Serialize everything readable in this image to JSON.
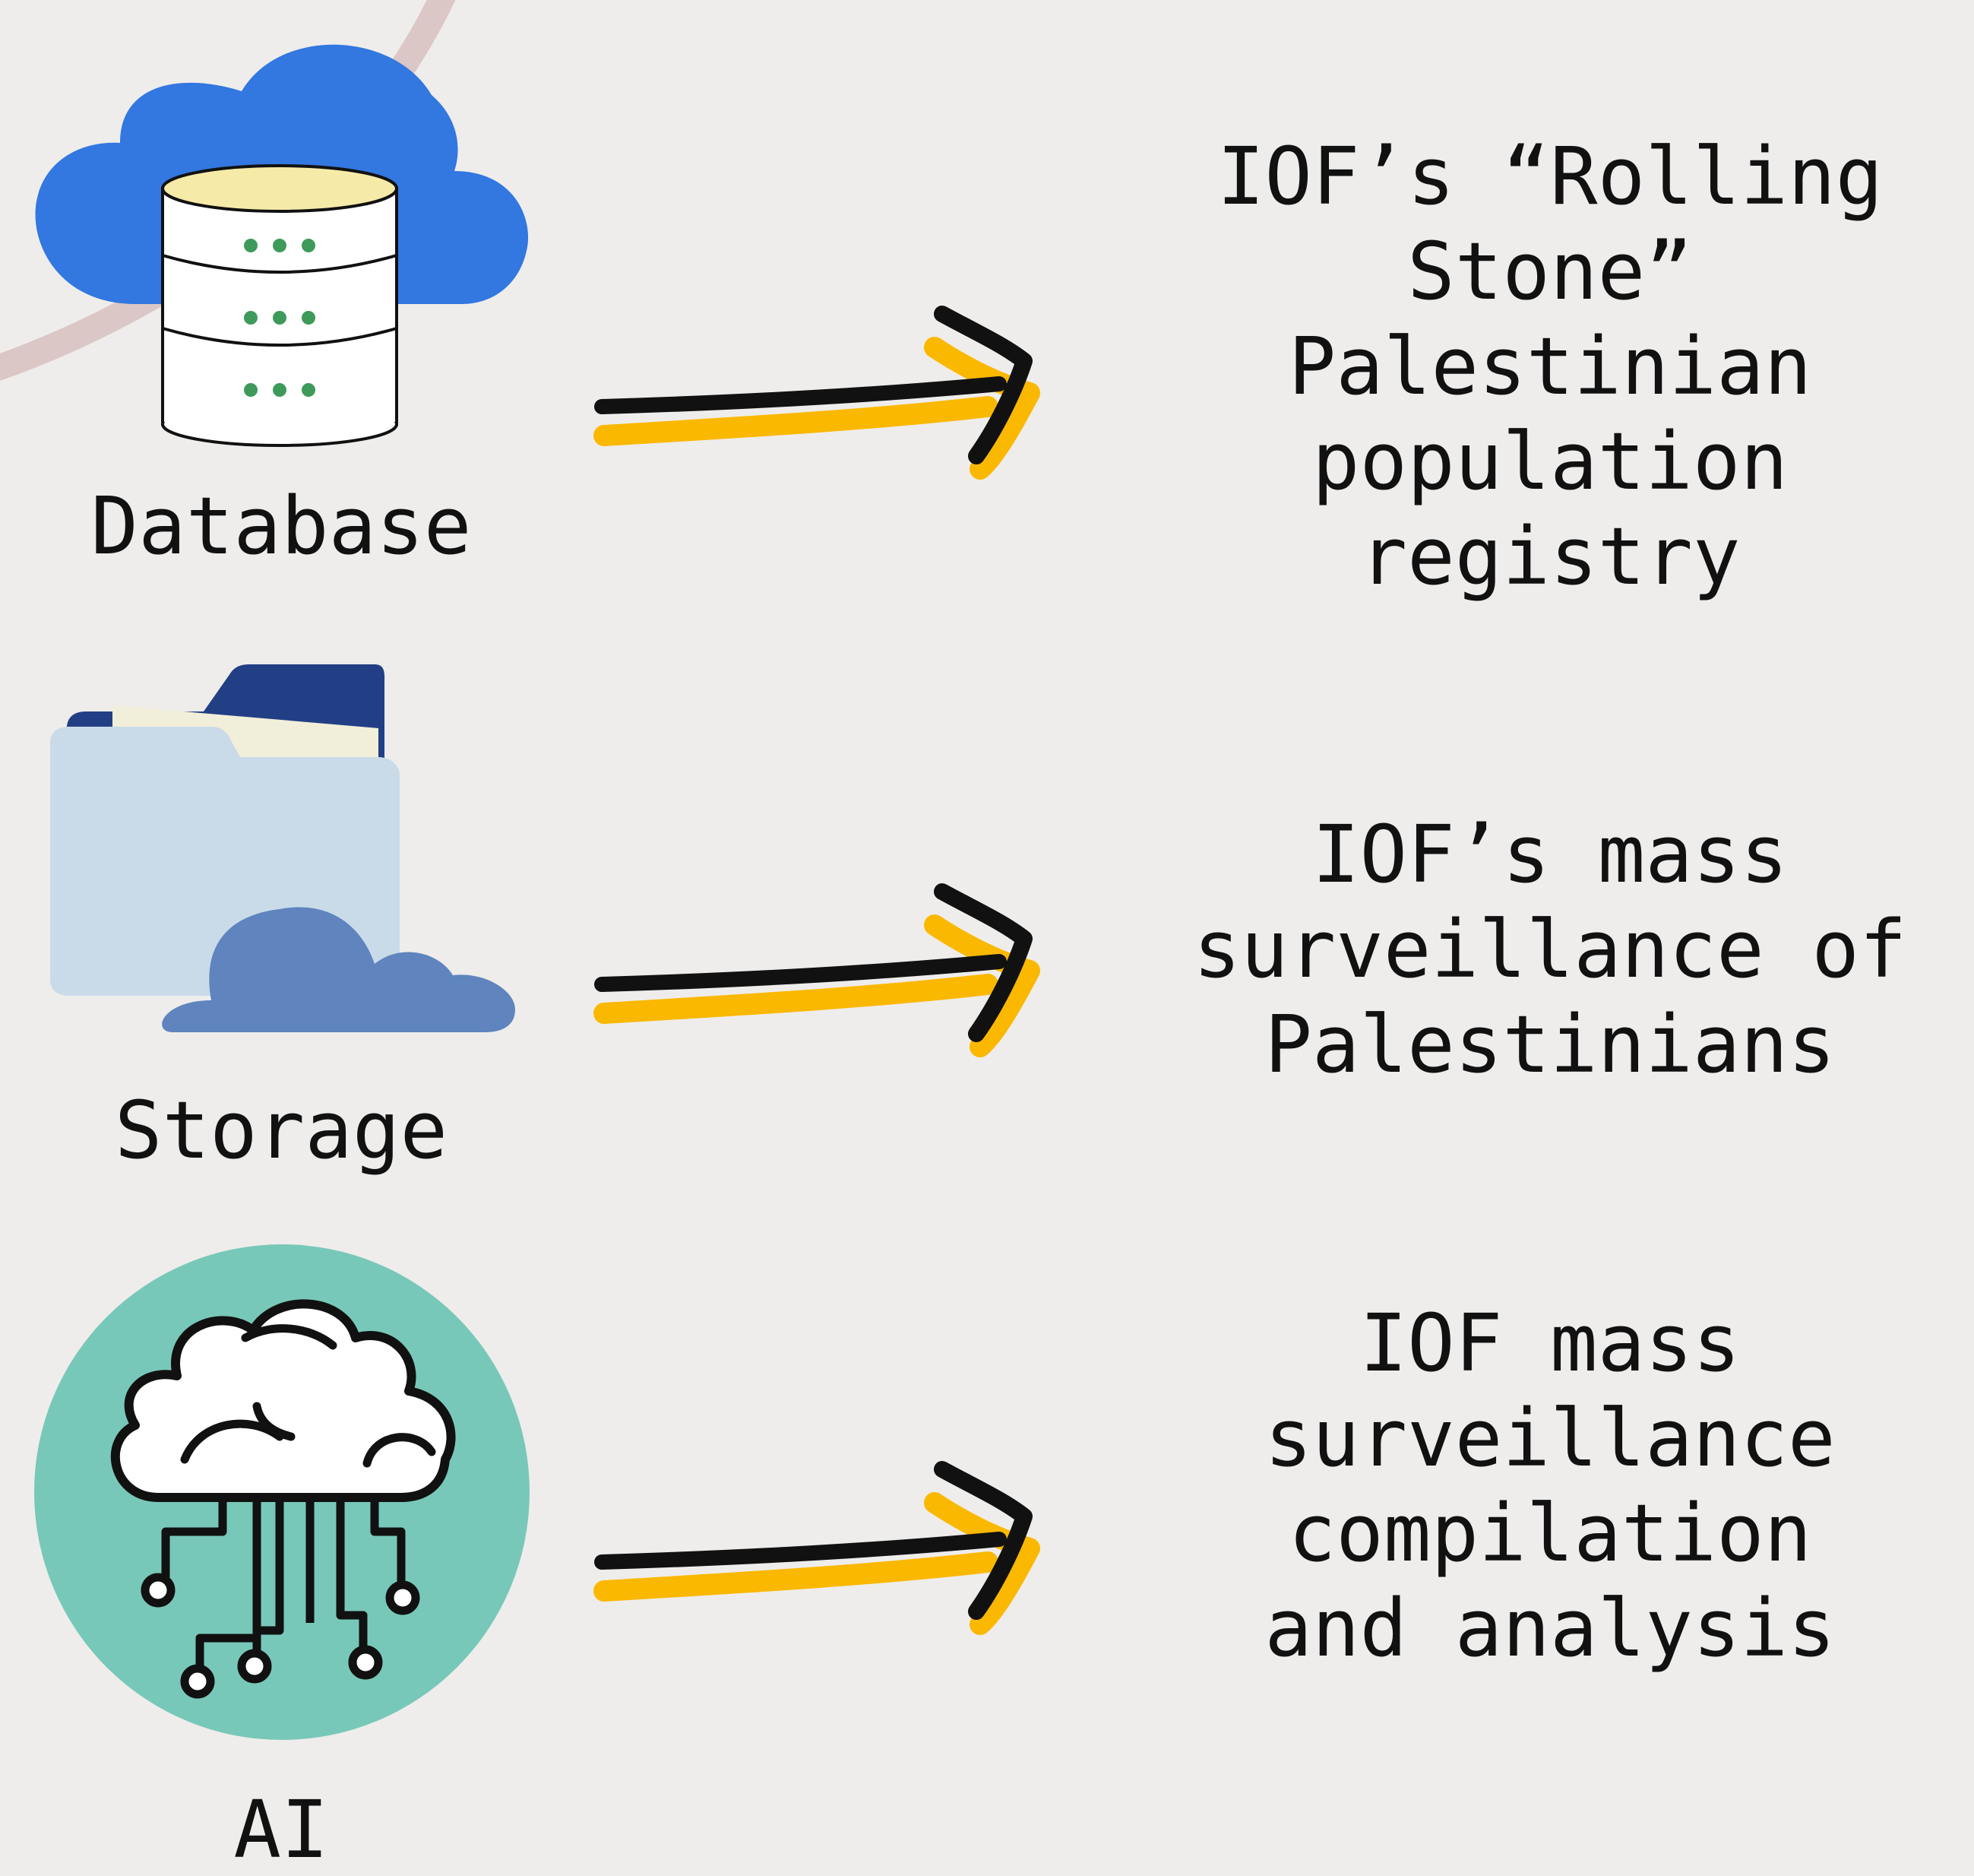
{
  "colors": {
    "background": "#eeedeb",
    "decorative_arc": "#dbc7c5",
    "database_cloud": "#3377e0",
    "database_top": "#f6eaa8",
    "database_dots": "#3e9a5a",
    "folder_back": "#223f85",
    "folder_front": "#c9dbe9",
    "folder_paper": "#f1efd9",
    "storage_cloud": "#5f84be",
    "ai_circle": "#78c8b9",
    "arrow_black": "#111111",
    "arrow_yellow": "#fbb800",
    "text": "#111111"
  },
  "rows": [
    {
      "icon": "cloud-database-icon",
      "label": "Database",
      "description": [
        "IOF’s “Rolling",
        "Stone”",
        "Palestinian",
        "population",
        "registry"
      ]
    },
    {
      "icon": "cloud-folder-storage-icon",
      "label": "Storage",
      "description": [
        "IOF’s mass",
        "surveillance of",
        "Palestinians"
      ]
    },
    {
      "icon": "ai-cloud-circuit-icon",
      "label": "AI",
      "description": [
        "IOF mass",
        "surveillance",
        "compilation",
        "and analysis"
      ]
    }
  ]
}
